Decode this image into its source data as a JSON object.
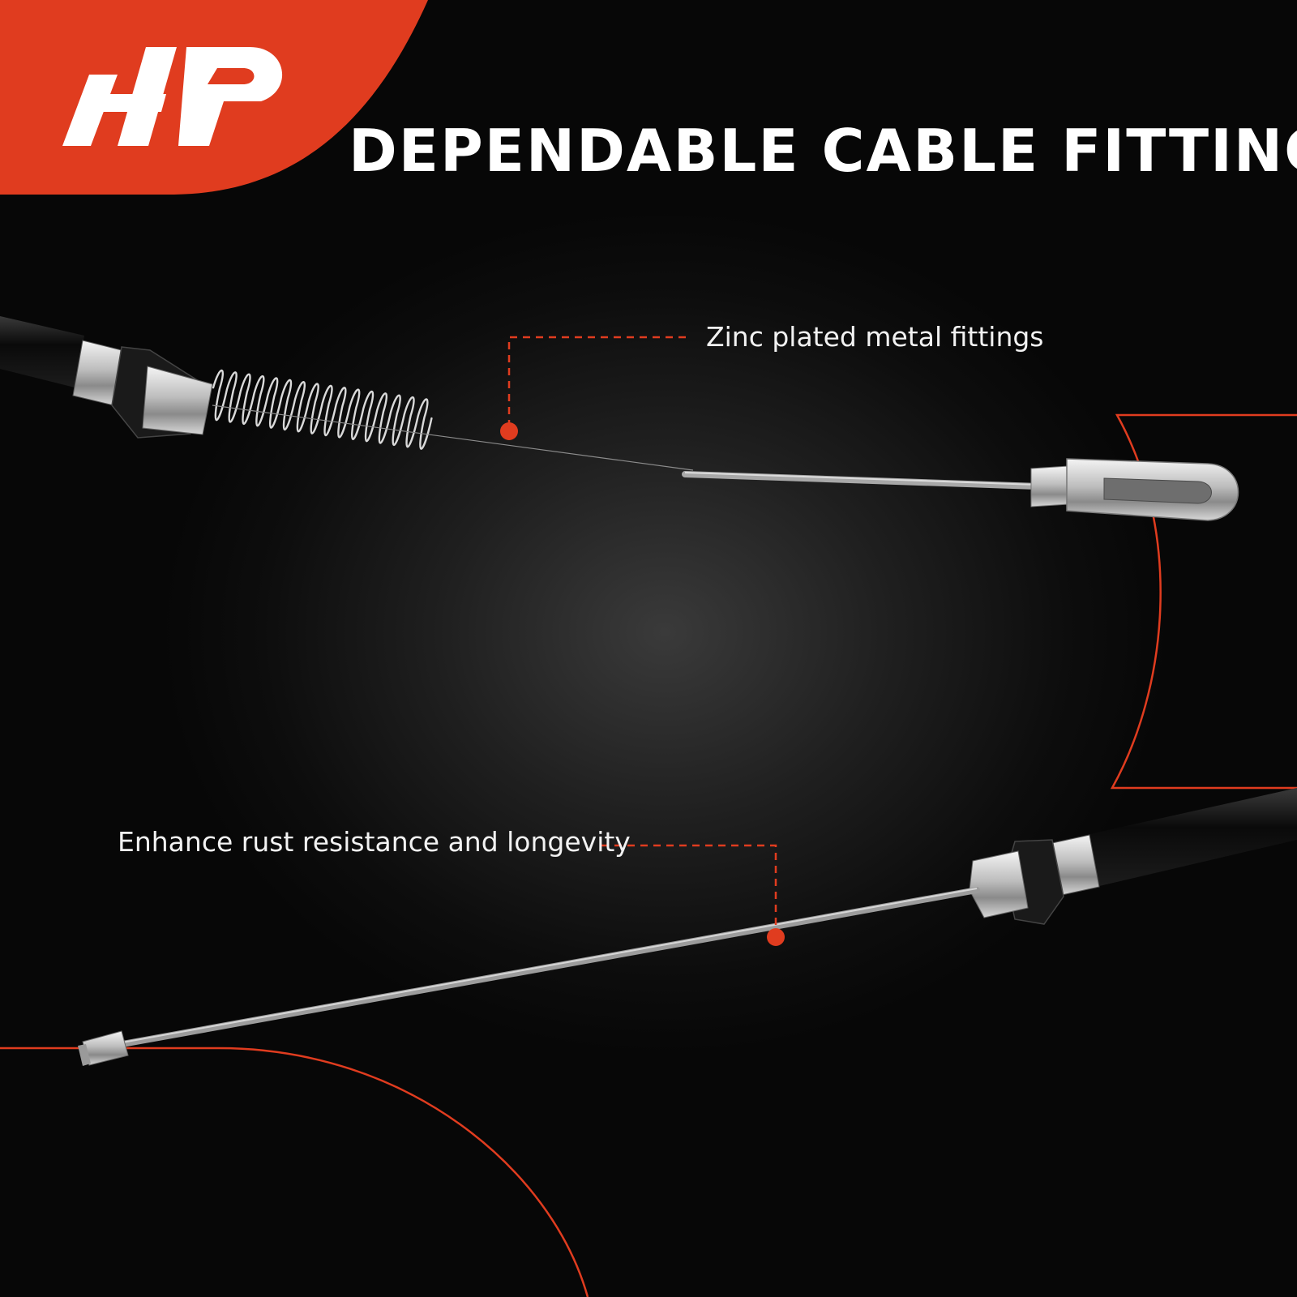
{
  "headline": "DEPENDABLE CABLE FITTINGS",
  "callouts": [
    {
      "text": "Zinc plated metal fittings"
    },
    {
      "text": "Enhance rust resistance and longevity"
    }
  ],
  "colors": {
    "brand_red": "#e03c1f",
    "background": "#0b0b0b",
    "text": "#ffffff"
  },
  "logo": {
    "icon": "ap-logo-icon"
  }
}
